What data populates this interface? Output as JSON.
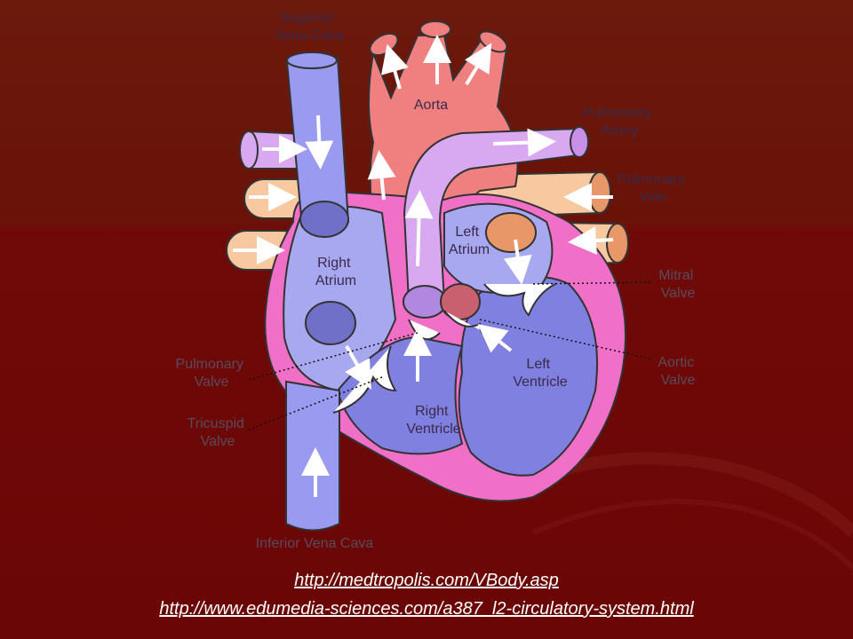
{
  "labels": {
    "superior_vena_cava": [
      "Superior",
      "Vena Cava"
    ],
    "aorta": "Aorta",
    "pulmonary_artery": [
      "Pulmonary",
      "Artery"
    ],
    "pulmonary_vein": [
      "Pulmonary",
      "Vein"
    ],
    "left_atrium": [
      "Left",
      "Atrium"
    ],
    "right_atrium": [
      "Right",
      "Atrium"
    ],
    "mitral_valve": [
      "Mitral",
      "Valve"
    ],
    "aortic_valve": [
      "Aortic",
      "Valve"
    ],
    "left_ventricle": [
      "Left",
      "Ventricle"
    ],
    "right_ventricle": [
      "Right",
      "Ventricle"
    ],
    "pulmonary_valve": [
      "Pulmonary",
      "Valve"
    ],
    "tricuspid_valve": [
      "Tricuspid",
      "Valve"
    ],
    "inferior_vena_cava": "Inferior Vena Cava"
  },
  "links": [
    "http://medtropolis.com/VBody.asp",
    "http://www.edumedia-sciences.com/a387_l2-circulatory-system.html"
  ],
  "colors": {
    "background": "#6a0a08",
    "vena_cava": "#9a9af0",
    "aorta": "#f08080",
    "pulmonary_artery": "#d8a8f0",
    "pulmonary_vein": "#f8c8a0",
    "heart_wall": "#f070c8",
    "right_side": "#a8a8f0",
    "left_side": "#8080e0"
  }
}
